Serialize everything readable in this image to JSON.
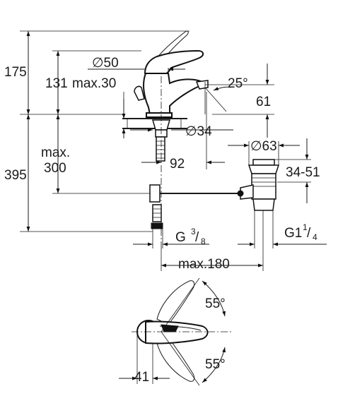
{
  "dimensions": {
    "d175": "175",
    "d131": "131",
    "max30": "max.30",
    "dia50": "∅50",
    "angle25": "25°",
    "d61": "61",
    "dia34": "∅34",
    "dia63": "∅63",
    "d92": "92",
    "max_line1": "max.",
    "max_line2": "300",
    "d395": "395",
    "d3451": "34-51",
    "g38_main": "G",
    "g38_num": "3",
    "g38_den": "8",
    "g114_main": "G1",
    "g114_num": "1",
    "g114_den": "4",
    "max180": "max.180",
    "angle55_top": "55°",
    "angle55_bottom": "55°",
    "d41": "41"
  },
  "colors": {
    "line": "#1a1a1a",
    "background": "#ffffff"
  }
}
